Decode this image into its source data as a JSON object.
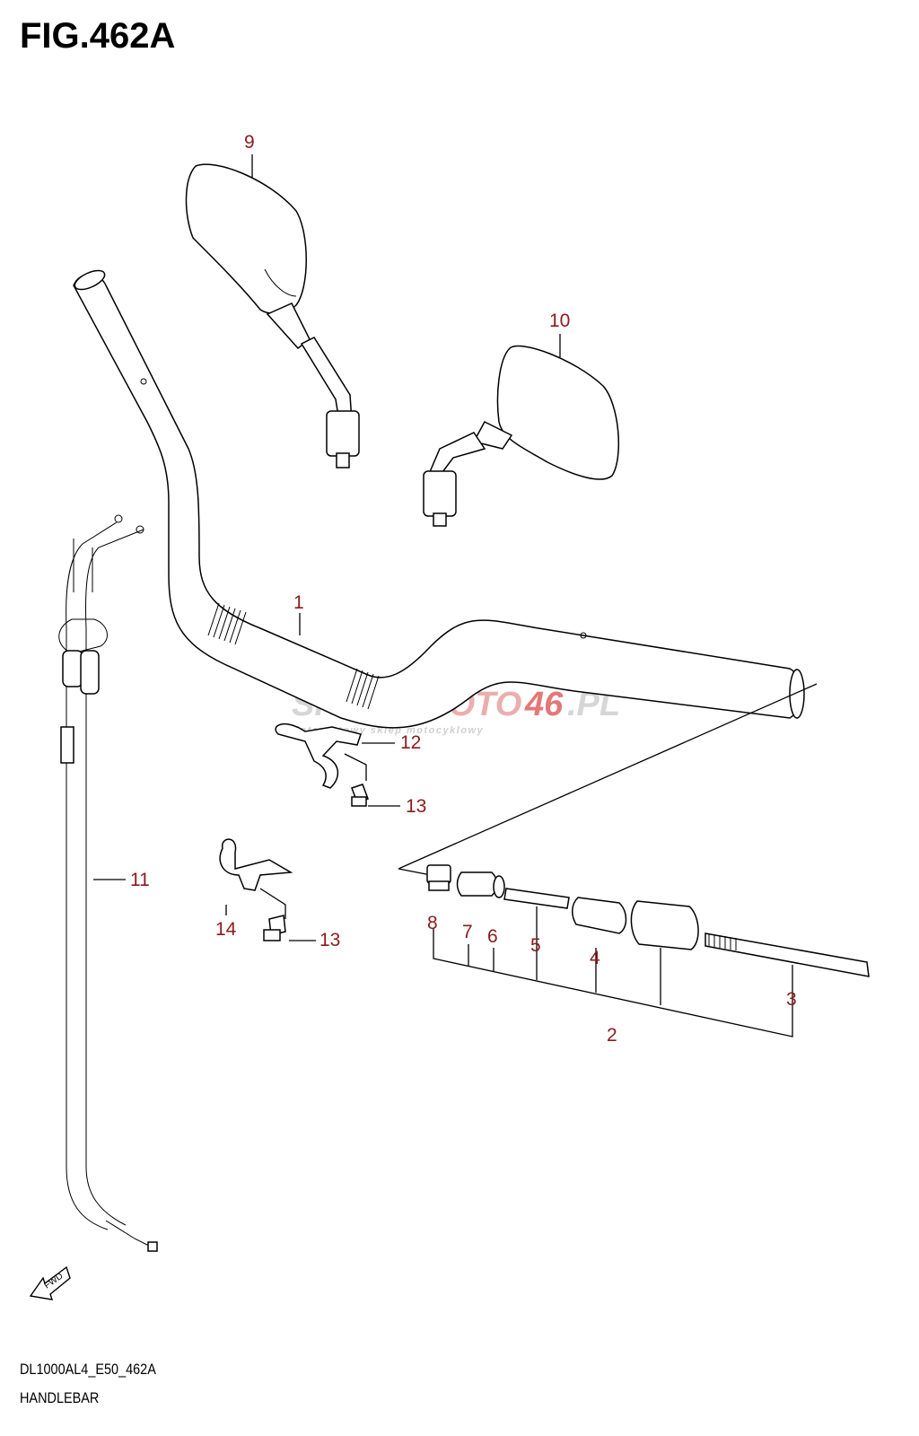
{
  "figure": {
    "title": "FIG.462A",
    "model_code": "DL1000AL4_E50_462A",
    "name": "HANDLEBAR"
  },
  "watermark": {
    "brand_a": "SKLEP",
    "brand_b": "MOTO",
    "brand_c": "46",
    "brand_d": ".PL",
    "tagline": "internetowy sklep motocyklowy"
  },
  "fwd_label": "FWD",
  "callouts": [
    {
      "id": "1",
      "label": "1"
    },
    {
      "id": "2",
      "label": "2"
    },
    {
      "id": "3",
      "label": "3"
    },
    {
      "id": "4",
      "label": "4"
    },
    {
      "id": "5",
      "label": "5"
    },
    {
      "id": "6",
      "label": "6"
    },
    {
      "id": "7",
      "label": "7"
    },
    {
      "id": "8",
      "label": "8"
    },
    {
      "id": "9",
      "label": "9"
    },
    {
      "id": "10",
      "label": "10"
    },
    {
      "id": "11",
      "label": "11"
    },
    {
      "id": "12",
      "label": "12"
    },
    {
      "id": "13a",
      "label": "13"
    },
    {
      "id": "13b",
      "label": "13"
    },
    {
      "id": "14",
      "label": "14"
    }
  ],
  "colors": {
    "callout": "#8b1a1a",
    "watermark_grey": "#c8c8c8",
    "watermark_red": "#e8a0a0"
  }
}
